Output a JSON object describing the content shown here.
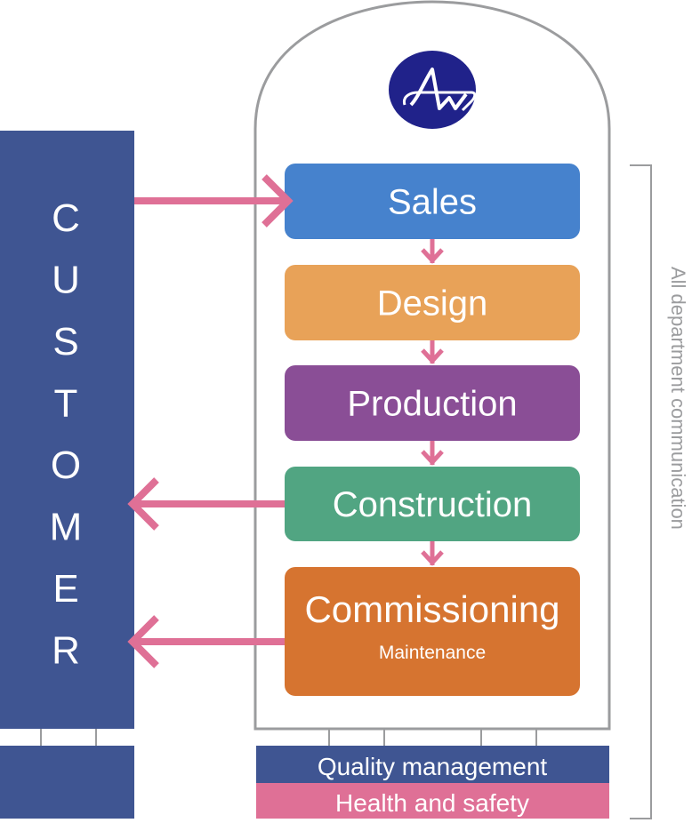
{
  "customer": {
    "letters": [
      "C",
      "U",
      "S",
      "T",
      "O",
      "M",
      "E",
      "R"
    ],
    "color": "#3f5592"
  },
  "logo": {
    "name": "aw-logo",
    "color": "#20228a"
  },
  "process": [
    {
      "label": "Sales",
      "color": "#4682cd"
    },
    {
      "label": "Design",
      "color": "#e8a258"
    },
    {
      "label": "Production",
      "color": "#8a4e96"
    },
    {
      "label": "Construction",
      "color": "#51a582"
    },
    {
      "label": "Commissioning",
      "sublabel": "Maintenance",
      "color": "#d67430"
    }
  ],
  "bands": {
    "quality": {
      "label": "Quality management",
      "color": "#3f5592"
    },
    "safety": {
      "label": "Health and safety",
      "color": "#df7096"
    }
  },
  "side_label": "All department communication",
  "colors": {
    "arrow": "#df7096",
    "outline": "#9b9c9e"
  }
}
